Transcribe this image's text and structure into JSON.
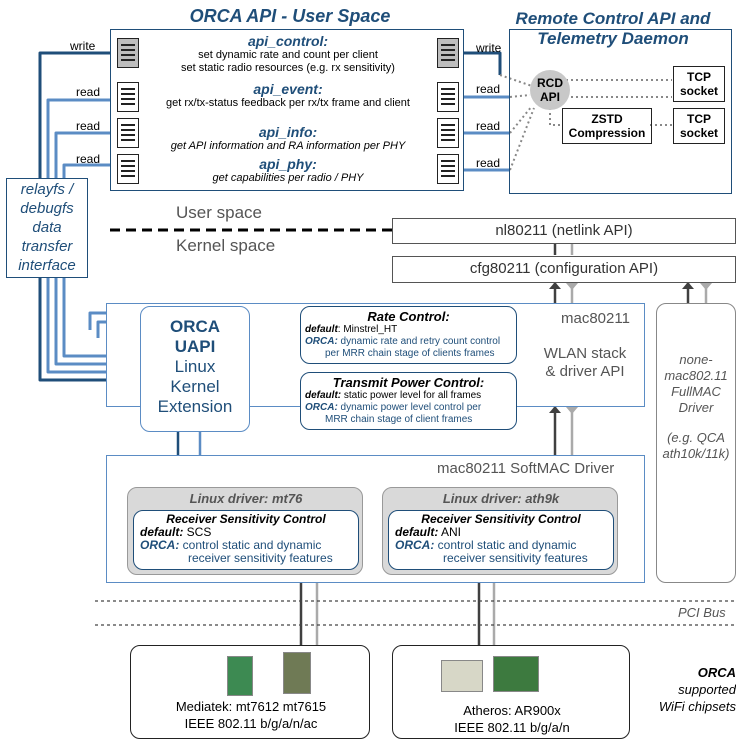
{
  "user_space_panel": {
    "title": "ORCA API - User Space",
    "apis": [
      {
        "name": "api_control:",
        "lines": [
          "set dynamic rate and count per client",
          "set static radio resources (e.g. rx sensitivity)"
        ],
        "mode": "write"
      },
      {
        "name": "api_event:",
        "lines": [
          "get rx/tx-status feedback per rx/tx frame and client"
        ],
        "mode": "read"
      },
      {
        "name": "api_info:",
        "lines": [
          "get API information and RA information per PHY"
        ],
        "mode": "read"
      },
      {
        "name": "api_phy:",
        "lines": [
          "get capabilities per radio / PHY"
        ],
        "mode": "read"
      }
    ]
  },
  "rcd_panel": {
    "title_line1": "Remote Control API and",
    "title_line2": "Telemetry Daemon",
    "rcd_label_line1": "RCD",
    "rcd_label_line2": "API",
    "tcp_socket_line1": "TCP",
    "tcp_socket_line2": "socket",
    "zstd_line1": "ZSTD",
    "zstd_line2": "Compression",
    "io_labels": [
      "write",
      "read",
      "read",
      "read"
    ]
  },
  "relayfs": {
    "lines": [
      "relayfs /",
      "debugfs",
      "data",
      "transfer",
      "interface"
    ],
    "io_labels": [
      "write",
      "read",
      "read",
      "read"
    ]
  },
  "space_labels": {
    "user": "User space",
    "kernel": "Kernel space"
  },
  "nl80211": "nl80211 (netlink API)",
  "cfg80211": "cfg80211 (configuration API)",
  "mac80211": {
    "title": "mac80211",
    "stack_line1": "WLAN stack",
    "stack_line2": "& driver API",
    "uapi_lines": [
      "ORCA",
      "UAPI",
      "Linux",
      "Kernel",
      "Extension"
    ],
    "rate_control": {
      "title": "Rate Control:",
      "default_label": "default",
      "default_value": ": Minstrel_HT",
      "orca_label": "ORCA:",
      "orca_lines": [
        " dynamic rate and retry count control",
        "per MRR chain stage of clients frames"
      ]
    },
    "tpc": {
      "title": "Transmit Power Control:",
      "default_label": "default:",
      "default_value": " static power level for all frames",
      "orca_label": "ORCA:",
      "orca_lines": [
        " dynamic power level control per",
        "MRR chain stage of client frames"
      ]
    }
  },
  "fullmac": {
    "lines": [
      "none-",
      "mac802.11",
      "FullMAC",
      "Driver"
    ],
    "example_lines": [
      "(e.g. QCA",
      "ath10k/11k)"
    ]
  },
  "softmac": {
    "title": "mac80211 SoftMAC Driver",
    "drivers": [
      {
        "title": "Linux driver: mt76",
        "rsc_title": "Receiver Sensitivity Control",
        "default_label": "default:",
        "default_value": " SCS",
        "orca_label": "ORCA:",
        "orca_lines": [
          "control static and dynamic",
          "receiver sensitivity features"
        ]
      },
      {
        "title": "Linux driver: ath9k",
        "rsc_title": "Receiver Sensitivity Control",
        "default_label": "default:",
        "default_value": " ANI",
        "orca_label": "ORCA:",
        "orca_lines": [
          "control static and dynamic",
          "receiver sensitivity features"
        ]
      }
    ]
  },
  "pci_bus": "PCI Bus",
  "chipsets": [
    {
      "line1": "Mediatek: mt7612   mt7615",
      "line2": "IEEE 802.11 b/g/a/n/ac"
    },
    {
      "line1": "Atheros: AR900x",
      "line2": "IEEE 802.11 b/g/a/n"
    }
  ],
  "supported": {
    "line1": "ORCA",
    "line2": "supported",
    "line3": "WiFi chipsets"
  },
  "colors": {
    "navy": "#1f4e79",
    "blue_light": "#4a7ab5",
    "gray_box": "#d9d9d9",
    "dark_line": "#404040"
  }
}
